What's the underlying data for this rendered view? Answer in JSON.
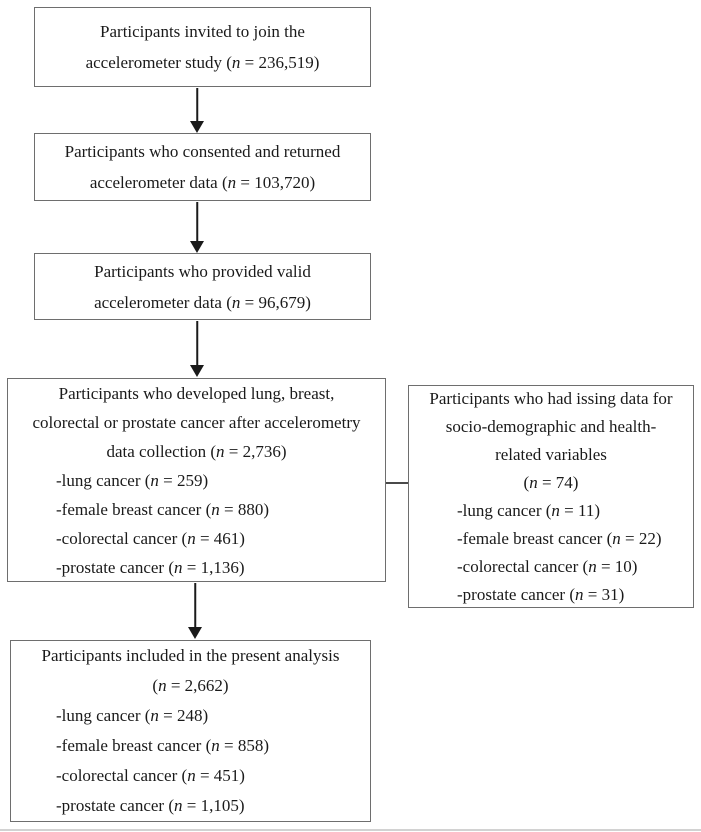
{
  "figure": {
    "title": "Participant flow diagram of the accelerometer study",
    "colors": {
      "box_border": "#6e6e6e",
      "arrow": "#1a1a1a",
      "text": "#1a1a1a",
      "background": "#ffffff"
    },
    "boxes": [
      {
        "name": "invited",
        "lines": [
          "Participants invited to join the",
          "accelerometer study (n = 236,519)"
        ]
      },
      {
        "name": "consented",
        "lines": [
          "Participants who consented and returned",
          "accelerometer data (n = 103,720)"
        ]
      },
      {
        "name": "valid-data",
        "lines": [
          "Participants who provided valid",
          "accelerometer data (n = 96,679)"
        ]
      },
      {
        "name": "developed-cancer",
        "centered_lines": [
          "Participants who developed lung, breast,",
          "colorectal or prostate cancer after accelerometry",
          "data collection (n = 2,736)"
        ],
        "list_lines": [
          "-lung cancer (n = 259)",
          "-female breast cancer (n = 880)",
          "-colorectal cancer (n = 461)",
          "-prostate cancer (n = 1,136)"
        ]
      },
      {
        "name": "missing-data",
        "centered_lines": [
          "Participants who had issing data for",
          "socio-demographic and health-",
          "related variables",
          "(n = 74)"
        ],
        "list_lines": [
          "-lung cancer (n = 11)",
          "-female breast cancer (n = 22)",
          "-colorectal cancer (n = 10)",
          "-prostate cancer (n = 31)"
        ]
      },
      {
        "name": "included-analysis",
        "centered_lines": [
          "Participants included in the present analysis",
          "(n = 2,662)"
        ],
        "list_lines": [
          "-lung cancer (n = 248)",
          "-female breast cancer (n = 858)",
          "-colorectal cancer (n = 451)",
          "-prostate cancer (n = 1,105)"
        ]
      }
    ]
  }
}
